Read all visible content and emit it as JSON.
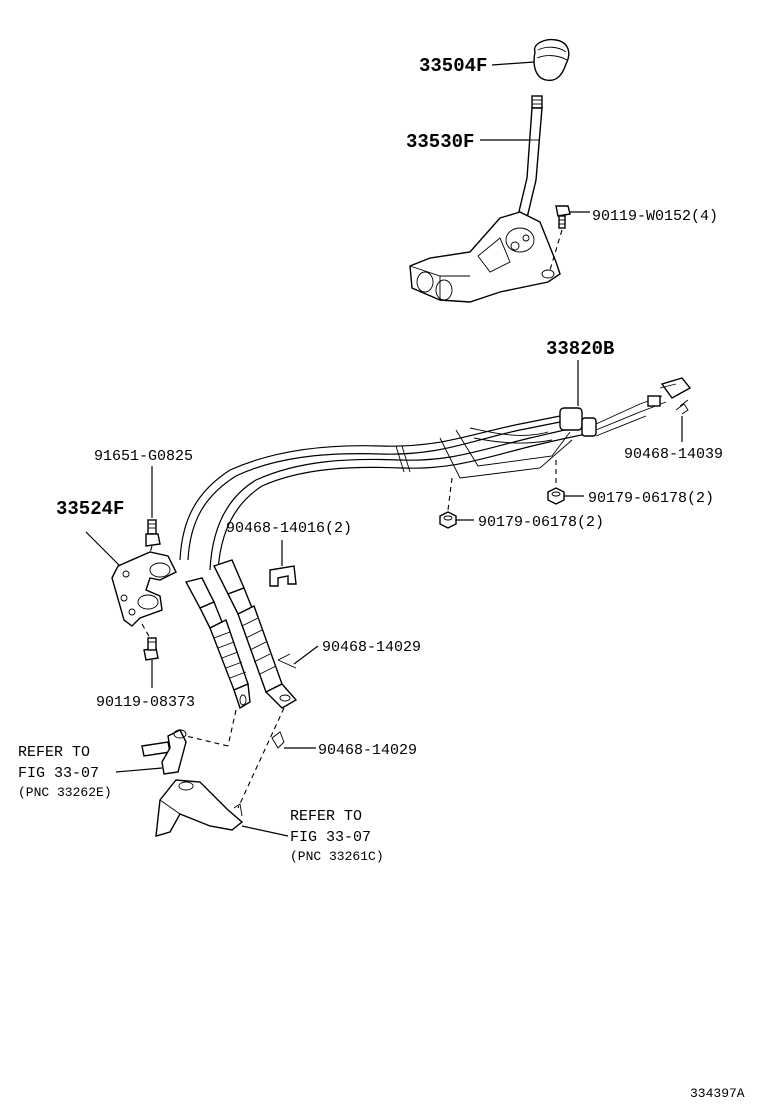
{
  "labels": {
    "knob": "33504F",
    "lever": "33530F",
    "bolt_w0152": "90119-W0152(4)",
    "cable_assy": "33820B",
    "clip_14039": "90468-14039",
    "nut_upper": "90179-06178(2)",
    "nut_lower": "90179-06178(2)",
    "bolt_g0825": "91651-G0825",
    "bracket": "33524F",
    "clip_14016": "90468-14016(2)",
    "clip_14029_a": "90468-14029",
    "bolt_08373": "90119-08373",
    "clip_14029_b": "90468-14029"
  },
  "refer_left": {
    "line1": "REFER TO",
    "line2": "FIG 33-07",
    "line3": "(PNC 33262E)"
  },
  "refer_right": {
    "line1": "REFER TO",
    "line2": "FIG 33-07",
    "line3": "(PNC 33261C)"
  },
  "figure_id": "334397A"
}
